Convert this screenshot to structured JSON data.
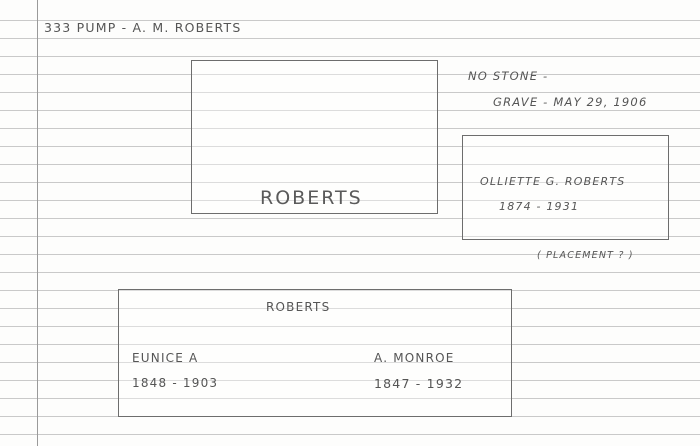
{
  "header": {
    "title": "333  PUMP - A. M.  ROBERTS"
  },
  "note": {
    "line1": "NO STONE -",
    "line2": "GRAVE - MAY 29, 1906"
  },
  "stone_main": {
    "name": "ROBERTS"
  },
  "stone_side": {
    "name": "OLLIETTE G. ROBERTS",
    "dates": "1874  -  1931"
  },
  "placement_note": "( PLACEMENT ? )",
  "stone_bottom": {
    "title": "ROBERTS",
    "left_name": "EUNICE A",
    "left_dates": "1848 - 1903",
    "right_name": "A. MONROE",
    "right_dates": "1847 - 1932"
  }
}
